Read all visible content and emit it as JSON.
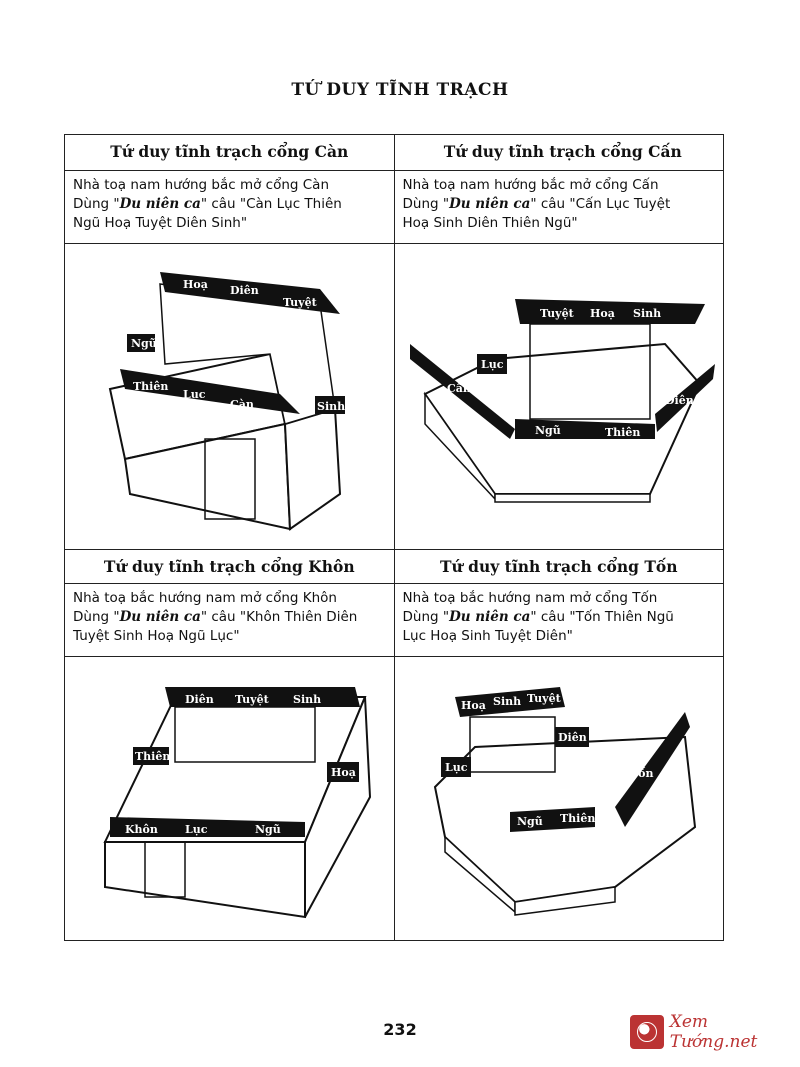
{
  "title": "TỨ DUY TĨNH TRẠCH",
  "cells": [
    {
      "heading_mark": "•",
      "heading": "Tứ duy tĩnh trạch cổng Càn",
      "line1": "Nhà toạ nam hướng bắc mở cổng Càn",
      "line2_pre": "Dùng \"",
      "line2_em": "Du niên ca",
      "line2_post": "\" câu \"Càn Lục Thiên",
      "line3": "Ngũ Hoạ Tuyệt Diên Sinh\"",
      "labels": [
        "Hoạ",
        "Diên",
        "Tuyệt",
        "Ngũ",
        "Thiên",
        "Lục",
        "Càn",
        "Sinh"
      ]
    },
    {
      "heading": "Tứ duy tĩnh trạch cổng Cấn",
      "line1": "Nhà toạ nam hướng bắc mở cổng Cấn",
      "line2_pre": "Dùng \"",
      "line2_em": "Du niên ca",
      "line2_post": "\" câu \"Cấn Lục Tuyệt",
      "line3": "Hoạ Sinh Diên Thiên Ngũ\"",
      "labels": [
        "Tuyệt",
        "Hoạ",
        "Sinh",
        "Lục",
        "Cấn",
        "Ngũ",
        "Thiên",
        "Diên"
      ]
    },
    {
      "heading": "Tứ duy tĩnh trạch cổng Khôn",
      "line1": "Nhà toạ bắc hướng nam mở cổng Khôn",
      "line2_pre": "Dùng \"",
      "line2_em": "Du niên ca",
      "line2_post": "\" câu \"Khôn Thiên Diên",
      "line3": "Tuyệt Sinh Hoạ Ngũ Lục\"",
      "labels": [
        "Diên",
        "Tuyệt",
        "Sinh",
        "Thiên",
        "Hoạ",
        "Khôn",
        "Lục",
        "Ngũ"
      ]
    },
    {
      "heading": "Tứ duy tĩnh trạch cổng Tốn",
      "line1": "Nhà toạ bắc hướng nam mở cổng Tốn",
      "line2_pre": "Dùng \"",
      "line2_em": "Du niên ca",
      "line2_post": "\" câu \"Tốn Thiên Ngũ",
      "line3": "Lục Hoạ Sinh Tuyệt Diên\"",
      "labels": [
        "Hoạ",
        "Sinh",
        "Tuyệt",
        "Diên",
        "Lục",
        "Tốn",
        "Ngũ",
        "Thiên"
      ]
    }
  ],
  "page_number": "232",
  "watermark": "Xem Tướng.net"
}
